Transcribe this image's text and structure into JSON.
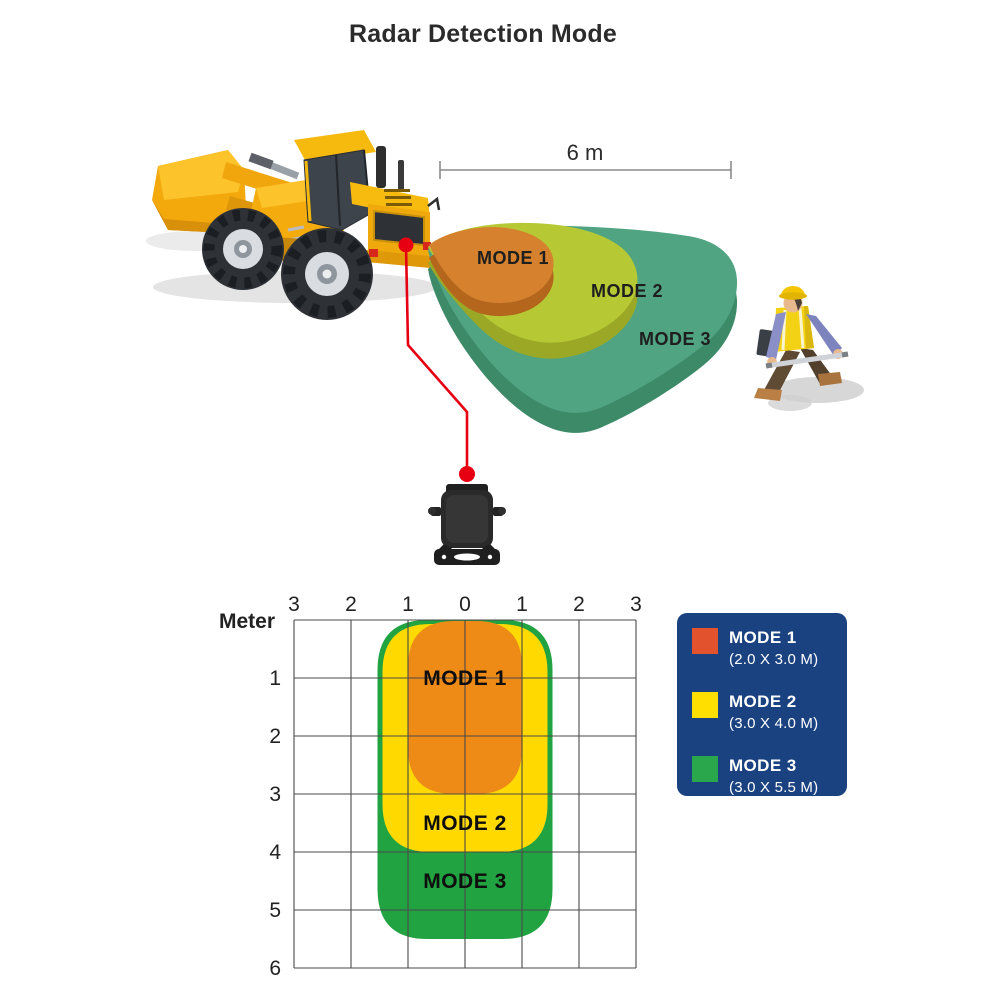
{
  "title": "Radar Detection Mode",
  "top_diagram": {
    "distance_label": "6 m",
    "zones": [
      {
        "label": "MODE 1",
        "color": "#d5812d"
      },
      {
        "label": "MODE 2",
        "color": "#b6c934"
      },
      {
        "label": "MODE 3",
        "color": "#50a482"
      }
    ],
    "connector_color": "#e60012"
  },
  "chart": {
    "axis_unit_label": "Meter",
    "x_tick_labels": [
      "3",
      "2",
      "1",
      "0",
      "1",
      "2",
      "3"
    ],
    "y_tick_labels": [
      "1",
      "2",
      "3",
      "4",
      "5",
      "6"
    ],
    "zones": [
      {
        "label": "MODE 1",
        "color": "#ee8a16"
      },
      {
        "label": "MODE 2",
        "color": "#ffd900"
      },
      {
        "label": "MODE 3",
        "color": "#22a341"
      }
    ]
  },
  "legend": {
    "background": "#1a4180",
    "items": [
      {
        "label": "MODE 1",
        "dimensions": "(2.0 X 3.0 M)",
        "color": "#e2522c"
      },
      {
        "label": "MODE 2",
        "dimensions": "(3.0 X 4.0 M)",
        "color": "#ffdf00"
      },
      {
        "label": "MODE 3",
        "dimensions": "(3.0 X 5.5 M)",
        "color": "#2aa64c"
      }
    ]
  },
  "chart_data": {
    "type": "area",
    "title": "Radar Detection Mode",
    "xlabel": "Meter",
    "x_ticks": [
      3,
      2,
      1,
      0,
      1,
      2,
      3
    ],
    "y_ticks": [
      1,
      2,
      3,
      4,
      5,
      6
    ],
    "x_range_m": [
      -3,
      3
    ],
    "y_range_m": [
      0,
      6
    ],
    "max_detection_distance_label": "6 m",
    "series": [
      {
        "name": "MODE 1",
        "width_m": 2.0,
        "depth_m": 3.0
      },
      {
        "name": "MODE 2",
        "width_m": 3.0,
        "depth_m": 4.0
      },
      {
        "name": "MODE 3",
        "width_m": 3.0,
        "depth_m": 5.5
      }
    ]
  }
}
